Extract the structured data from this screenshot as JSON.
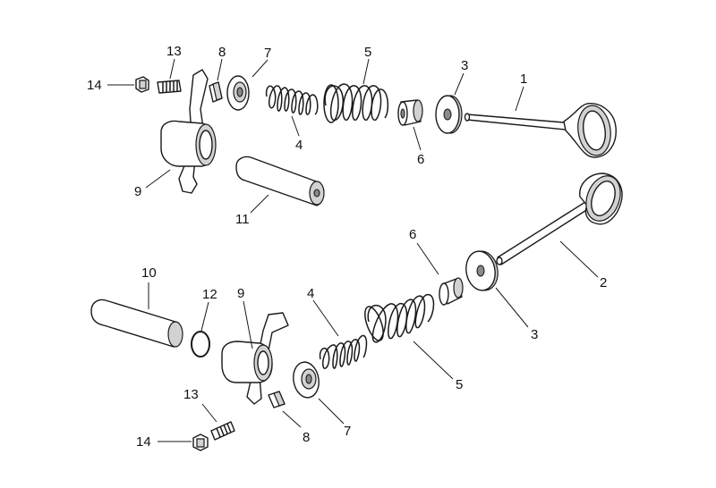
{
  "callouts": {
    "upper": {
      "n1": "1",
      "n3": "3",
      "n5": "5",
      "n7": "7",
      "n8": "8",
      "n13": "13",
      "n14": "14",
      "n9": "9",
      "n4": "4",
      "n6": "6",
      "n11": "11"
    },
    "lower": {
      "n6": "6",
      "n2": "2",
      "n10": "10",
      "n12": "12",
      "n9": "9",
      "n4": "4",
      "n3": "3",
      "n5": "5",
      "n13": "13",
      "n8": "8",
      "n7": "7",
      "n14": "14"
    }
  }
}
